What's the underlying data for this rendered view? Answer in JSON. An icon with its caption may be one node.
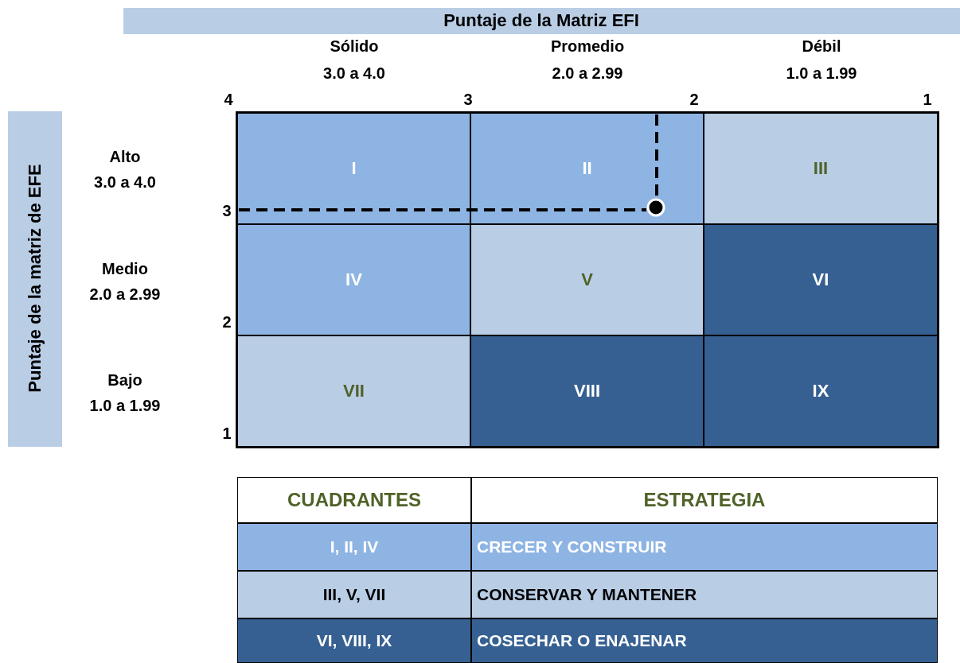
{
  "diagram": {
    "nodes": [
      {
        "text": [
          "I"
        ]
      },
      {
        "text": [
          "II"
        ]
      },
      {
        "text": [
          "III"
        ]
      },
      {
        "text": [
          "IV"
        ]
      },
      {
        "text": [
          "V"
        ]
      },
      {
        "text": [
          "VI"
        ]
      },
      {
        "text": [
          "VII"
        ]
      },
      {
        "text": [
          "VIII"
        ]
      },
      {
        "text": [
          "IX"
        ]
      }
    ],
    "edges": [],
    "labels": [
      "Puntaje de la Matriz EFI",
      "Sólido",
      "3.0 a 4.0",
      "Promedio",
      "2.0 a 2.99",
      "Débil",
      "1.0 a 1.99",
      "4",
      "3",
      "2",
      "1",
      "Puntaje de la matriz de EFE",
      "Alto",
      "3.0 a 4.0",
      "Medio",
      "2.0 a 2.99",
      "Bajo",
      "1.0 a 1.99",
      "3",
      "2",
      "1",
      "CUADRANTES",
      "ESTRATEGIA",
      "I, II, IV",
      "CRECER Y CONSTRUIR",
      "III, V, VII",
      "CONSERVAR Y MANTENER",
      "VI, VIII, IX",
      "COSECHAR O ENAJENAR"
    ]
  }
}
